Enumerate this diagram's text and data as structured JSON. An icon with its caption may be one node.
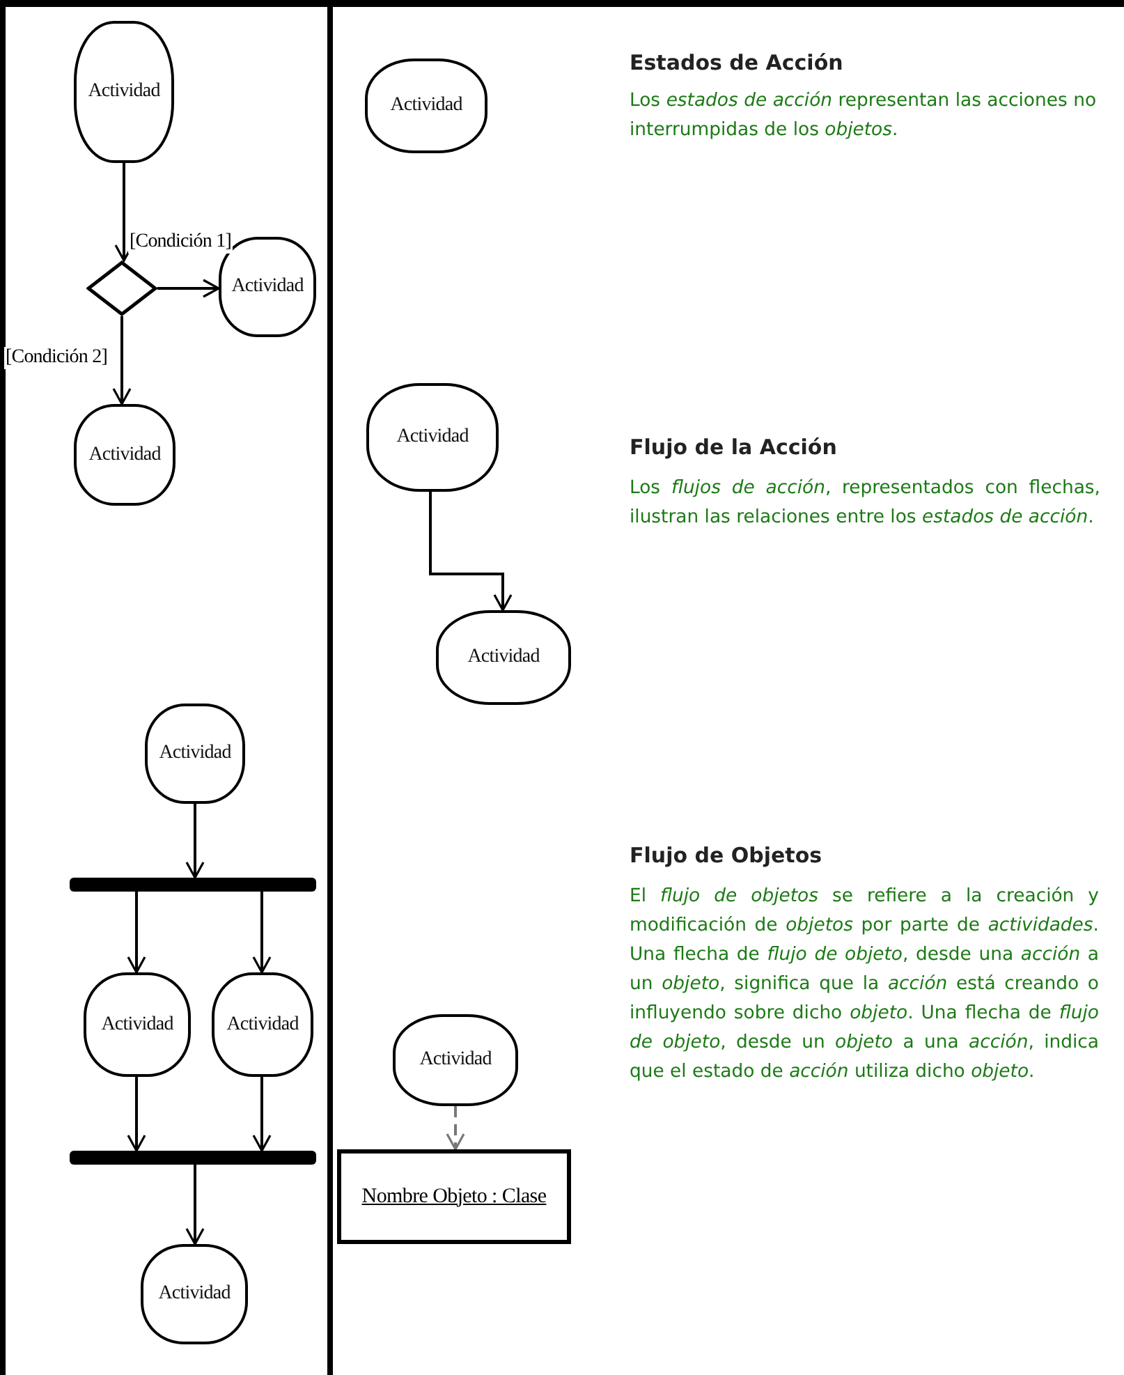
{
  "diagram": {
    "nodes": [
      {
        "text": [
          "Actividad"
        ]
      },
      {
        "text": [],
        "shape": "diamond"
      },
      {
        "text": [
          "Actividad"
        ]
      },
      {
        "text": [
          "Actividad"
        ]
      },
      {
        "text": [
          "Actividad"
        ]
      },
      {
        "text": [],
        "shape": "bar"
      },
      {
        "text": [
          "Actividad"
        ]
      },
      {
        "text": [
          "Actividad"
        ]
      },
      {
        "text": [],
        "shape": "bar"
      },
      {
        "text": [
          "Actividad"
        ]
      },
      {
        "text": [
          "Actividad"
        ]
      },
      {
        "text": [
          "Actividad"
        ]
      },
      {
        "text": [
          "Actividad"
        ]
      },
      {
        "text": [
          "Actividad"
        ]
      },
      {
        "text": [
          "Nombre Objeto : Clase"
        ]
      }
    ],
    "edges": [
      {
        "from": 0,
        "to": 1,
        "arrow": "to",
        "label": "[Condición 1]"
      },
      {
        "from": 1,
        "to": 2,
        "arrow": "to"
      },
      {
        "from": 1,
        "to": 3,
        "arrow": "to",
        "label": "[Condición 2]"
      },
      {
        "from": 4,
        "to": 5,
        "arrow": "to"
      },
      {
        "from": 5,
        "to": 6,
        "arrow": "to"
      },
      {
        "from": 5,
        "to": 7,
        "arrow": "to"
      },
      {
        "from": 6,
        "to": 8,
        "arrow": "to"
      },
      {
        "from": 7,
        "to": 8,
        "arrow": "to"
      },
      {
        "from": 8,
        "to": 9,
        "arrow": "to"
      },
      {
        "from": 11,
        "to": 12,
        "arrow": "to"
      },
      {
        "from": 13,
        "to": 14,
        "arrow": "to",
        "style": "dashed",
        "color": "#777777"
      }
    ],
    "labels": [
      "Estados de Acción",
      "Los *estados de acción* representan las acciones no interrumpidas de los *objetos*.",
      "Flujo de la Acción",
      "Los *flujos de acción*, representados con flechas, ilustran las relaciones entre los *estados de acción*.",
      "Flujo de Objetos",
      "El *flujo de objetos* se refiere a la creación y modificación de *objetos* por parte de *actividades*. Una flecha de *flujo de objeto*, desde una *acción* a un *objeto*, significa que la *acción* está creando o influyendo sobre dicho *objeto*. Una flecha de *flujo de objeto*, desde un *objeto* a una *acción*, indica que el estado de *acción* utiliza dicho *objeto*."
    ]
  }
}
